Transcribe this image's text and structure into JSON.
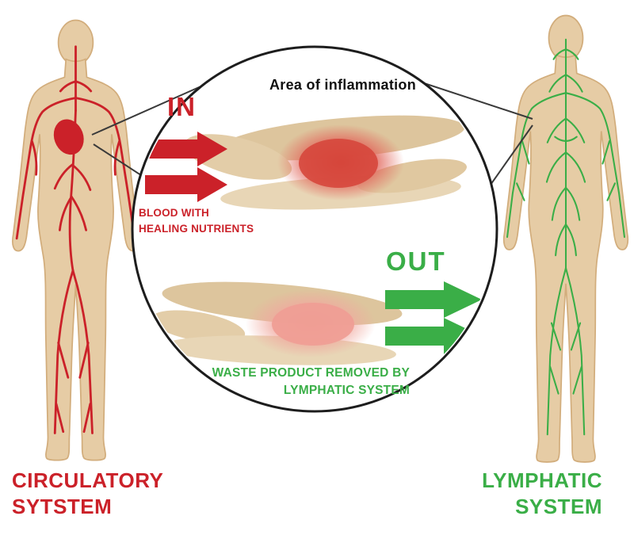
{
  "colors": {
    "red": "#cb2129",
    "green": "#3aae47",
    "skin": "#e6cca5"
  },
  "figures": {
    "circulatory": {
      "label_line1": "CIRCULATORY",
      "label_line2": "SYTSTEM"
    },
    "lymphatic": {
      "label_line1": "LYMPHATIC",
      "label_line2": "SYSTEM"
    }
  },
  "magnifier": {
    "title": "Area of inflammation",
    "in_label": "IN",
    "in_caption_line1": "BLOOD WITH",
    "in_caption_line2": "HEALING NUTRIENTS",
    "out_label": "OUT",
    "out_caption_line1": "WASTE PRODUCT REMOVED BY",
    "out_caption_line2": "LYMPHATIC SYSTEM"
  }
}
